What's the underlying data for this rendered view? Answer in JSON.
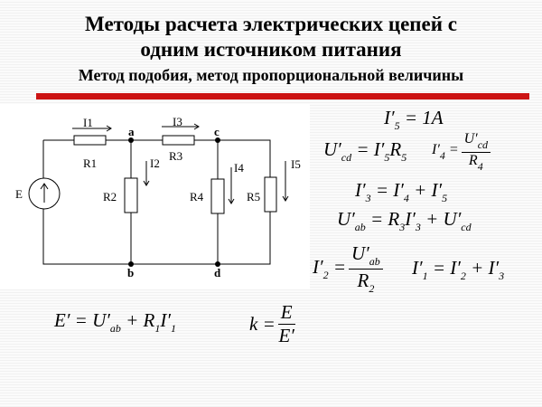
{
  "title": {
    "line1": "Методы расчета электрических цепей с",
    "line2": "одним источником питания",
    "subtitle": "Метод подобия, метод пропорциональной величины"
  },
  "colors": {
    "accent_bar": "#cc1414"
  },
  "circuit": {
    "source": "E",
    "resistors": [
      "R1",
      "R2",
      "R3",
      "R4",
      "R5"
    ],
    "currents": [
      "I1",
      "I2",
      "I3",
      "I4",
      "I5"
    ],
    "nodes": [
      "a",
      "b",
      "c",
      "d"
    ]
  },
  "formulas": {
    "f1": [
      [
        "I′",
        "5"
      ],
      [
        " = 1A",
        ""
      ]
    ],
    "f2": [
      [
        "U′",
        "cd"
      ],
      [
        " = I′",
        "5"
      ],
      [
        "R",
        "5"
      ]
    ],
    "f3_lhs": [
      [
        "I′",
        "4"
      ],
      [
        " =",
        ""
      ]
    ],
    "f3_num": [
      [
        "U′",
        "cd"
      ]
    ],
    "f3_den": [
      [
        "R",
        "4"
      ]
    ],
    "f4": [
      [
        "I′",
        "3"
      ],
      [
        " = I′",
        "4"
      ],
      [
        " + I′",
        "5"
      ]
    ],
    "f5": [
      [
        "U′",
        "ab"
      ],
      [
        " = R",
        "3"
      ],
      [
        "I′",
        "3"
      ],
      [
        " + U′",
        "cd"
      ]
    ],
    "f6_lhs": [
      [
        "I′",
        "2"
      ],
      [
        " =",
        ""
      ]
    ],
    "f6_num": [
      [
        "U′",
        "ab"
      ]
    ],
    "f6_den": [
      [
        "R",
        "2"
      ]
    ],
    "f7": [
      [
        "I′",
        "1"
      ],
      [
        " = I′",
        "2"
      ],
      [
        " + I′",
        "3"
      ]
    ],
    "f8": [
      [
        "E′ = U′",
        "ab"
      ],
      [
        " + R",
        "1"
      ],
      [
        "I′",
        "1"
      ]
    ],
    "f9_lhs": [
      [
        "k =",
        ""
      ]
    ],
    "f9_num": [
      [
        "E",
        ""
      ]
    ],
    "f9_den": [
      [
        "E′",
        ""
      ]
    ]
  }
}
